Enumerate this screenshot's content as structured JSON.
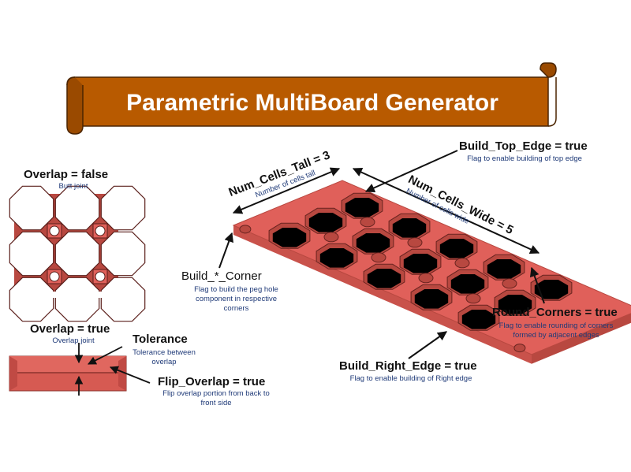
{
  "title": "Parametric MultiBoard Generator",
  "overlap_false": {
    "label": "Overlap = false",
    "desc": "Butt joint"
  },
  "overlap_true": {
    "label": "Overlap = true",
    "desc": "Overlap joint"
  },
  "tolerance": {
    "label": "Tolerance",
    "desc": "Tolerance between overlap"
  },
  "flip_overlap": {
    "label": "Flip_Overlap = true",
    "desc": "Flip overlap portion from back to front side"
  },
  "num_cells_tall": {
    "label": "Num_Cells_Tall = 3",
    "desc": "Number of cells tall"
  },
  "num_cells_wide": {
    "label": "Num_Cells_Wide = 5",
    "desc": "Number of cells wide"
  },
  "build_top_edge": {
    "label": "Build_Top_Edge = true",
    "desc": "Flag to enable building of top edge"
  },
  "build_corner": {
    "label": "Build_*_Corner",
    "desc": "Flag to build the peg hole component in respective corners"
  },
  "round_corners": {
    "label": "Round_Corners = true",
    "desc": "Flag to enable rounding of corners formed by adjacent edges"
  },
  "build_right_edge": {
    "label": "Build_Right_Edge = true",
    "desc": "Flag to enable building of Right edge"
  },
  "colors": {
    "banner": "#b85a00",
    "banner_dark": "#7a3a00",
    "board": "#e0605a",
    "board_dark": "#b84840",
    "board_light": "#f08a82",
    "label_text": "#111111",
    "desc_text": "#1f3a78"
  }
}
